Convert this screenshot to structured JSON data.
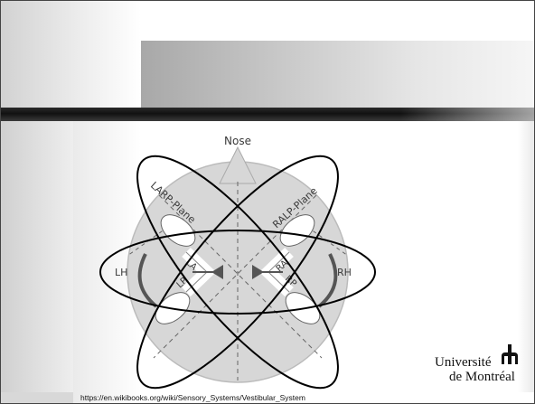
{
  "diagram": {
    "nose_label": "Nose",
    "larp_plane_label": "LARP-Plane",
    "ralp_plane_label": "RALP-Plane",
    "lh_label": "LH",
    "rh_label": "RH",
    "la_label": "LA",
    "lp_label": "LP",
    "ra_label": "RA",
    "rp_label": "RP"
  },
  "logo": {
    "line1": "Université",
    "line2": "de Montréal"
  },
  "source_url": "https://en.wikibooks.org/wiki/Sensory_Systems/Vestibular_System"
}
